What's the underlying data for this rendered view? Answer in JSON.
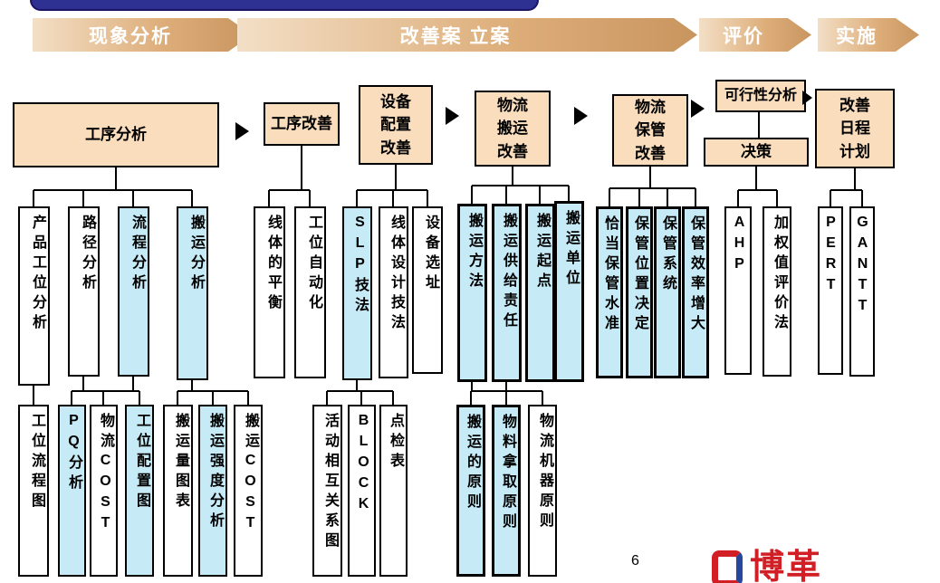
{
  "slide": {
    "page_number": "6",
    "logo_text": "博革"
  },
  "banner": {
    "steps": [
      {
        "label": "现象分析"
      },
      {
        "label": "改善案 立案"
      },
      {
        "label": "评价"
      },
      {
        "label": "实施"
      }
    ]
  },
  "flow": {
    "groups": [
      {
        "header": "工序分析",
        "children": [
          "产品工位分析",
          "路径分析",
          "流程分析",
          "搬运分析"
        ],
        "tools": [
          "工位流程图",
          "PQ分析",
          "物流COST",
          "工位配置图",
          "搬运量图表",
          "搬运强度分析",
          "搬运COST"
        ]
      },
      {
        "header": "工序改善",
        "children": [
          "线体的平衡",
          "工位自动化"
        ]
      },
      {
        "header": "设备\n配置\n改善",
        "children": [
          "SLP技法",
          "线体设计技法",
          "设备选址"
        ],
        "tools": [
          "活动相互关系图",
          "BLOCK",
          "点检表"
        ]
      },
      {
        "header": "物流\n搬运\n改善",
        "children": [
          "搬运方法",
          "搬运供给责任",
          "搬运起点",
          "搬运单位"
        ],
        "tools": [
          "搬运的原则",
          "物料拿取原则",
          "物流机器原则"
        ]
      },
      {
        "header": "物流\n保管\n改善",
        "children": [
          "恰当保管水准",
          "保管位置决定",
          "保管系统",
          "保管效率增大"
        ]
      },
      {
        "header_top": "可行性分析",
        "header": "决策",
        "children": [
          "AHP",
          "加权值评价法"
        ]
      },
      {
        "header": "改善\n日程\n计划",
        "children": [
          "PERT",
          "GANTT"
        ]
      }
    ]
  }
}
